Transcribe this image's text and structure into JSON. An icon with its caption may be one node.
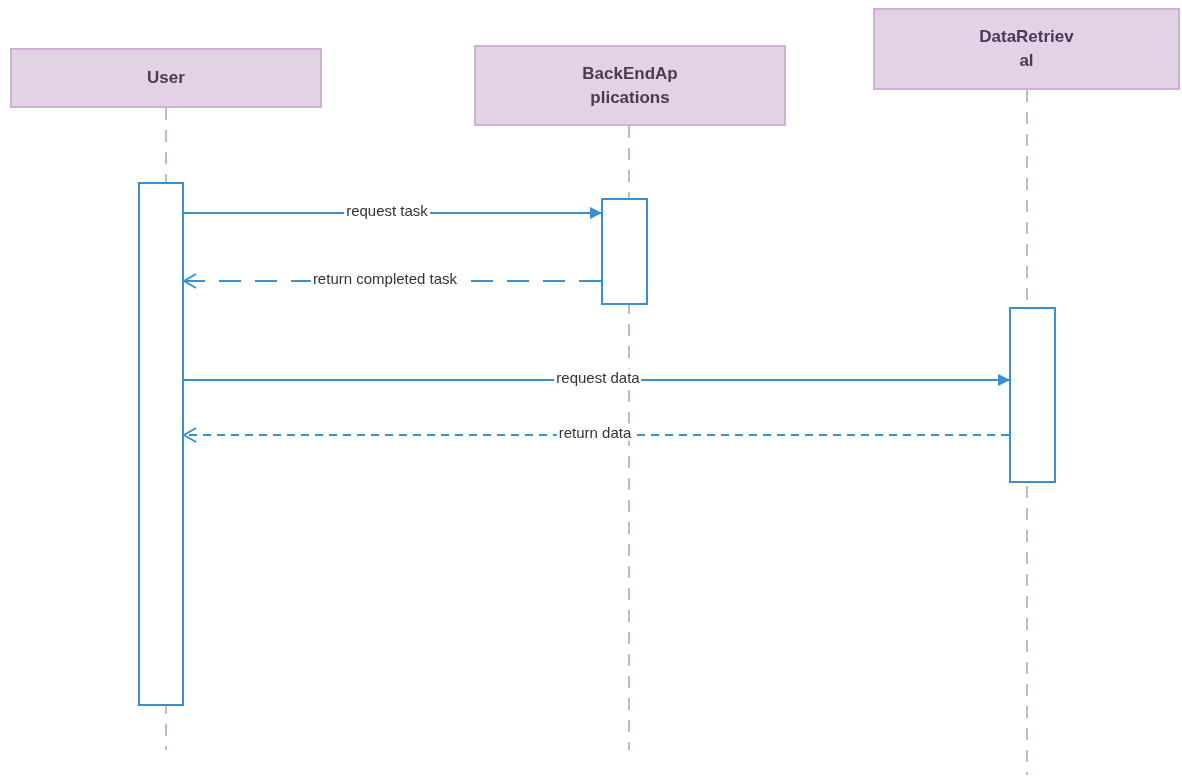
{
  "diagram": {
    "nodes": [
      {
        "text": [
          "User"
        ]
      },
      {
        "text": [
          "BackEndApplications"
        ]
      },
      {
        "text": [
          "DataRetrieval"
        ]
      },
      {
        "text": [],
        "shape": "box"
      },
      {
        "text": [],
        "shape": "box"
      },
      {
        "text": [],
        "shape": "box"
      }
    ],
    "edges": [
      {
        "from": 3,
        "to": 4,
        "arrow": "to",
        "label": "request task"
      },
      {
        "from": 4,
        "to": 3,
        "arrow": "to",
        "label": "return completed task",
        "style": "dashed"
      },
      {
        "from": 3,
        "to": 5,
        "arrow": "to",
        "label": "request data"
      },
      {
        "from": 5,
        "to": 3,
        "arrow": "to",
        "label": "return data",
        "style": "dashed"
      }
    ]
  }
}
